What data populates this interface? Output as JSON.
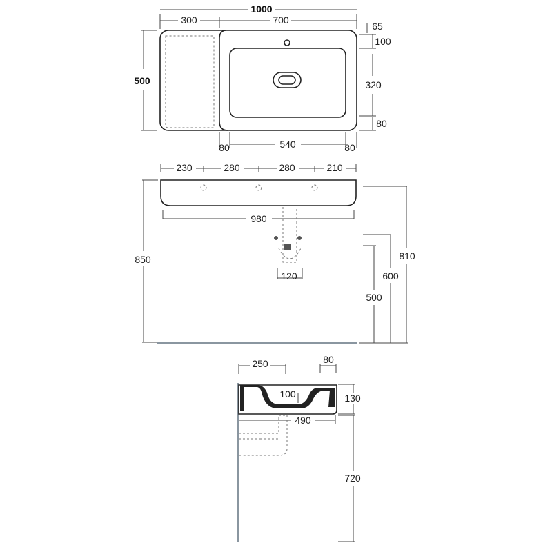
{
  "top_view": {
    "overall_width": "1000",
    "left_shelf": "300",
    "basin_section": "700",
    "depth": "500",
    "tap_offset": "65",
    "back_margin": "100",
    "bowl_depth": "320",
    "front_margin": "80",
    "side_margin_left": "80",
    "bowl_width": "540",
    "side_margin_right": "80"
  },
  "front_view": {
    "hole_spacing_1": "230",
    "hole_spacing_2": "280",
    "hole_spacing_3": "280",
    "hole_spacing_4": "210",
    "inner_width": "980",
    "waste_width": "120",
    "total_height": "850",
    "top_height": "810",
    "waste_height": "600",
    "supply_height": "500"
  },
  "side_view": {
    "bowl_offset": "250",
    "back_lip": "80",
    "bowl_inner_depth": "100",
    "basin_height": "130",
    "projection": "490",
    "bottom_height": "720"
  }
}
